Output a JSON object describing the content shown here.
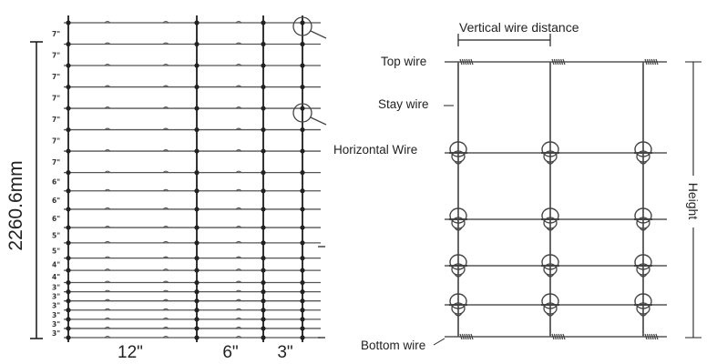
{
  "left_panel": {
    "height_label": "2260.6mm",
    "row_spacings": [
      "7\"",
      "7\"",
      "7\"",
      "7\"",
      "7\"",
      "7\"",
      "7\"",
      "6\"",
      "6\"",
      "6\"",
      "5\"",
      "5\"",
      "4\"",
      "4\"",
      "3\"",
      "3\"",
      "3\"",
      "3\"",
      "3\"",
      "3\""
    ],
    "column_labels": [
      "12\"",
      "6\"",
      "3\""
    ]
  },
  "right_panel": {
    "labels": {
      "vertical_wire_distance": "Vertical wire distance",
      "top_wire": "Top wire",
      "stay_wire": "Stay wire",
      "horizontal_wire": "Horizontal Wire",
      "bottom_wire": "Bottom wire",
      "height": "Height"
    }
  },
  "colors": {
    "wire": "#555555",
    "ink": "#222222",
    "knot": "#444444"
  }
}
